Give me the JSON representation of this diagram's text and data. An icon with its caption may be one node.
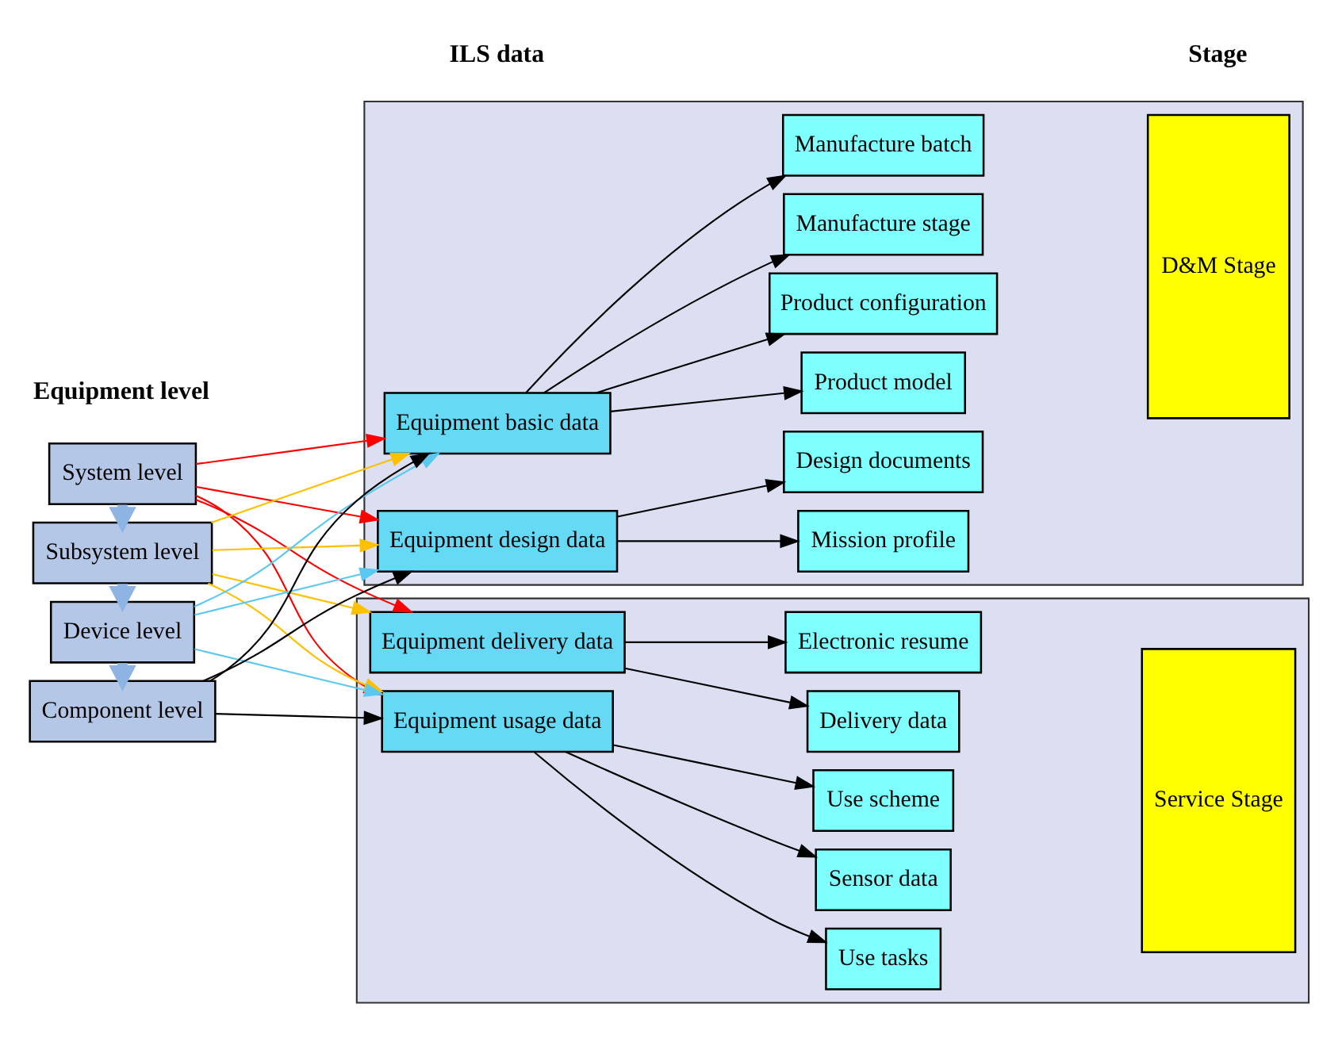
{
  "diagram": {
    "nodes": [
      {
        "text": [
          "System level"
        ]
      },
      {
        "text": [
          "Subsystem level"
        ]
      },
      {
        "text": [
          "Device level"
        ]
      },
      {
        "text": [
          "Component level"
        ]
      },
      {
        "text": [],
        "shape": "box"
      },
      {
        "text": [
          "Equipment basic data"
        ],
        "in": 4
      },
      {
        "text": [
          "Product model"
        ],
        "in": 4
      },
      {
        "text": [
          "Product configuration"
        ],
        "in": 4
      },
      {
        "text": [
          "Manufacture stage"
        ],
        "in": 4
      },
      {
        "text": [
          "Manufacture batch"
        ],
        "in": 4
      },
      {
        "text": [
          "Equipment design data"
        ],
        "in": 4
      },
      {
        "text": [
          "Mission profile"
        ],
        "in": 4
      },
      {
        "text": [
          "Design documents"
        ],
        "in": 4
      },
      {
        "text": [
          "D&M Stage"
        ],
        "in": 4
      },
      {
        "text": [],
        "shape": "box"
      },
      {
        "text": [
          "Equipment delivery data"
        ],
        "in": 14
      },
      {
        "text": [
          "Delivery data"
        ],
        "in": 14
      },
      {
        "text": [
          "Electronic resume"
        ],
        "in": 14
      },
      {
        "text": [
          "Equipment usage data"
        ],
        "in": 14
      },
      {
        "text": [
          "Use scheme"
        ],
        "in": 14
      },
      {
        "text": [
          "Use tasks"
        ],
        "in": 14
      },
      {
        "text": [
          "Sensor data"
        ],
        "in": 14
      },
      {
        "text": [
          "Service Stage"
        ],
        "in": 14
      }
    ],
    "edges": [
      {
        "from": 0,
        "to": 1,
        "arrow": "to",
        "style": "thick",
        "color": "#8eb4e3"
      },
      {
        "from": 1,
        "to": 2,
        "arrow": "to",
        "style": "thick",
        "color": "#8eb4e3"
      },
      {
        "from": 2,
        "to": 3,
        "arrow": "to",
        "style": "thick",
        "color": "#8eb4e3"
      },
      {
        "from": 0,
        "to": 5,
        "arrow": "to",
        "color": "#ff0000"
      },
      {
        "from": 0,
        "to": 10,
        "arrow": "to",
        "color": "#ff0000"
      },
      {
        "from": 0,
        "to": 15,
        "arrow": "to",
        "color": "#ff0000"
      },
      {
        "from": 0,
        "to": 18,
        "arrow": "to",
        "color": "#ff0000"
      },
      {
        "from": 1,
        "to": 5,
        "arrow": "to",
        "color": "#ffc000"
      },
      {
        "from": 1,
        "to": 10,
        "arrow": "to",
        "color": "#ffc000"
      },
      {
        "from": 1,
        "to": 15,
        "arrow": "to",
        "color": "#ffc000"
      },
      {
        "from": 1,
        "to": 18,
        "arrow": "to",
        "color": "#ffc000"
      },
      {
        "from": 2,
        "to": 5,
        "arrow": "to",
        "color": "#5bc8f0"
      },
      {
        "from": 2,
        "to": 10,
        "arrow": "to",
        "color": "#5bc8f0"
      },
      {
        "from": 2,
        "to": 18,
        "arrow": "to",
        "color": "#5bc8f0"
      },
      {
        "from": 3,
        "to": 5,
        "arrow": "to",
        "color": "#000000"
      },
      {
        "from": 3,
        "to": 10,
        "arrow": "to",
        "color": "#000000"
      },
      {
        "from": 3,
        "to": 18,
        "arrow": "to",
        "color": "#000000"
      },
      {
        "from": 5,
        "to": 6,
        "arrow": "to"
      },
      {
        "from": 5,
        "to": 7,
        "arrow": "to"
      },
      {
        "from": 5,
        "to": 8,
        "arrow": "to"
      },
      {
        "from": 5,
        "to": 9,
        "arrow": "to"
      },
      {
        "from": 10,
        "to": 11,
        "arrow": "to"
      },
      {
        "from": 10,
        "to": 12,
        "arrow": "to"
      },
      {
        "from": 15,
        "to": 16,
        "arrow": "to"
      },
      {
        "from": 15,
        "to": 17,
        "arrow": "to"
      },
      {
        "from": 18,
        "to": 19,
        "arrow": "to"
      },
      {
        "from": 18,
        "to": 20,
        "arrow": "to"
      },
      {
        "from": 18,
        "to": 21,
        "arrow": "to"
      }
    ],
    "labels": [
      "Equipment level",
      "ILS data",
      "Stage"
    ]
  }
}
